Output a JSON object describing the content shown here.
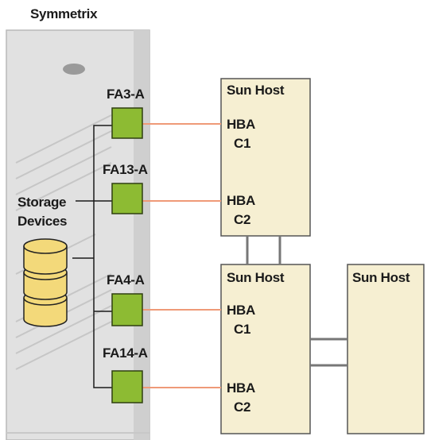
{
  "title": "Symmetrix",
  "storage": {
    "label_line1": "Storage",
    "label_line2": "Devices"
  },
  "ports": [
    {
      "label": "FA3-A"
    },
    {
      "label": "FA13-A"
    },
    {
      "label": "FA4-A"
    },
    {
      "label": "FA14-A"
    }
  ],
  "hosts": [
    {
      "title": "Sun Host",
      "hba": [
        {
          "label": "HBA",
          "channel": "C1"
        },
        {
          "label": "HBA",
          "channel": "C2"
        }
      ]
    },
    {
      "title": "Sun Host",
      "hba": [
        {
          "label": "HBA",
          "channel": "C1"
        },
        {
          "label": "HBA",
          "channel": "C2"
        }
      ]
    },
    {
      "title": "Sun Host"
    }
  ],
  "colors": {
    "cabinet": "#e1e1e1",
    "port": "#8dbb33",
    "host": "#f6efd2",
    "fibre": "#ef9a78",
    "disk": "#f3d97a",
    "link": "#777777"
  }
}
